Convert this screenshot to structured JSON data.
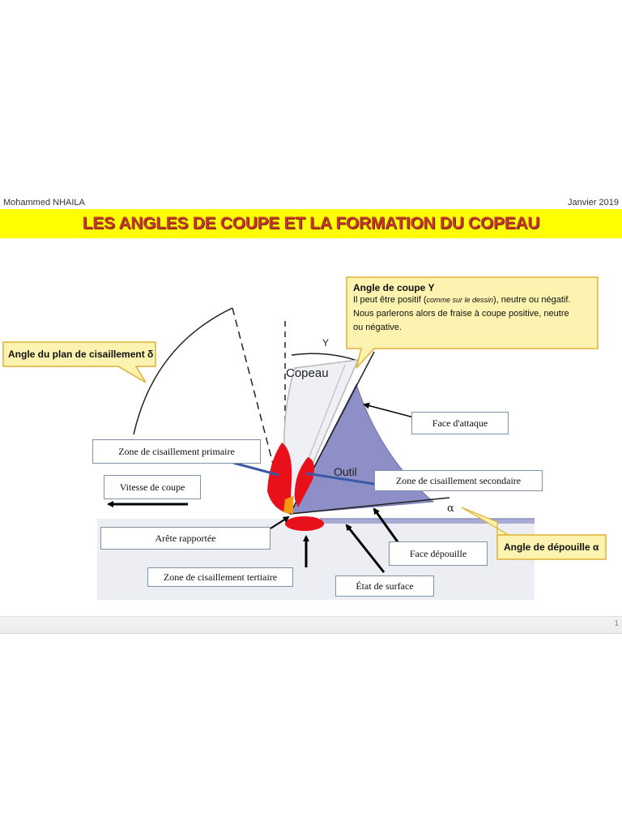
{
  "header": {
    "author": "Mohammed NHAILA",
    "date": "Janvier 2019",
    "title": "LES ANGLES DE COUPE ET LA FORMATION DU COPEAU"
  },
  "callouts": {
    "rake_angle": {
      "title": "Angle de coupe ",
      "symbol": "Y",
      "line1_prefix": "Il peut être positif (",
      "line1_note": "comme sur le dessin",
      "line1_suffix": "), neutre ou négatif.",
      "line2": "Nous parlerons alors de fraise à coupe positive, neutre",
      "line3": "ou négative."
    },
    "shear_plane_angle": {
      "label": "Angle du plan de cisaillement δ"
    },
    "clearance_angle": {
      "label": "Angle de dépouille α"
    }
  },
  "diagram_labels": {
    "chip": "Copeau",
    "tool": "Outil",
    "gamma_symbol": "Y",
    "alpha_symbol": "α"
  },
  "boxes": {
    "primary_shear": "Zone de cisaillement primaire",
    "cutting_speed": "Vitesse de coupe",
    "rake_face": "Face d'attaque",
    "secondary_shear": "Zone de cisaillement secondaire",
    "built_up_edge": "Arête rapportée",
    "tertiary_shear": "Zone de cisaillement tertiaire",
    "flank_face": "Face dépouille",
    "surface_finish": "État de surface"
  },
  "colors": {
    "title_bar": "#ffff00",
    "title_text": "#c0392b",
    "callout_fill": "#fdf3b0",
    "callout_border": "#e0b030",
    "tool_fill": "#8e8fc6",
    "shear_zone": "#e8101a",
    "chip_edge": "#b8b8b8",
    "indicator_line": "#3a5aa8"
  },
  "footer": {
    "page": "1"
  }
}
